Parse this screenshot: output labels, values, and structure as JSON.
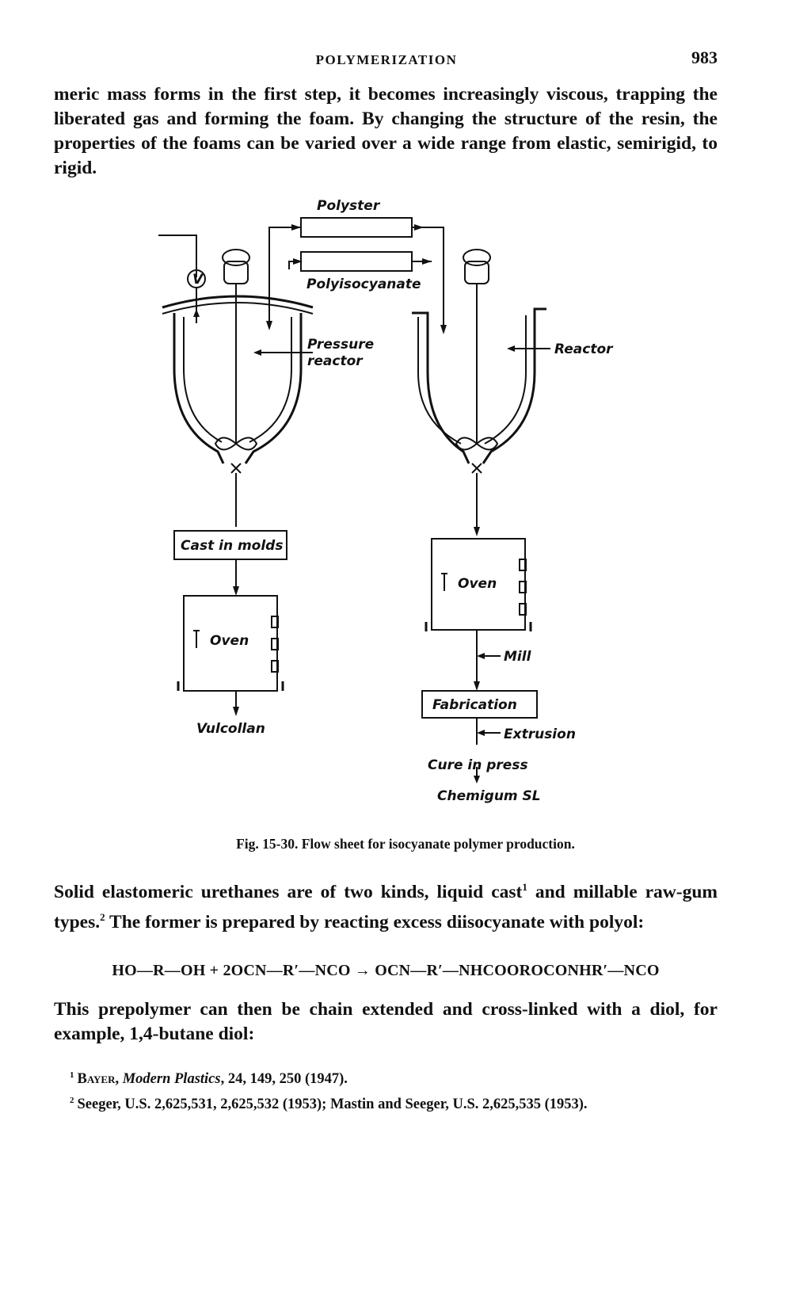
{
  "header": {
    "running_head": "POLYMERIZATION",
    "page_number": "983"
  },
  "paragraphs": {
    "p1": "meric mass forms in the first step, it becomes increasingly viscous, trapping the liberated gas and forming the foam. By changing the structure of the resin, the properties of the foams can be varied over a wide range from elastic, semirigid, to rigid.",
    "p2_a": "Solid elastomeric urethanes are of two kinds, liquid cast",
    "p2_ref1": "1",
    "p2_b": " and millable raw-gum types.",
    "p2_ref2": "2",
    "p2_c": " The former is prepared by reacting excess diisocyanate with polyol:",
    "p3": "This prepolymer can then be chain extended and cross-linked with a diol, for example, 1,4-butane diol:"
  },
  "equation": "HO—R—OH + 2OCN—R′—NCO → OCN—R′—NHCOOROCONHR′—NCO",
  "figure": {
    "labels": {
      "polyster": "Polyster",
      "polyisocyanate": "Polyisocyanate",
      "valve": "V",
      "pressure_reactor_1": "Pressure",
      "pressure_reactor_2": "reactor",
      "reactor": "Reactor",
      "cast_in_molds": "Cast in molds",
      "oven_left": "Oven",
      "vulcollan": "Vulcollan",
      "oven_right": "Oven",
      "mill": "Mill",
      "fabrication": "Fabrication",
      "extrusion": "Extrusion",
      "cure_in_press": "Cure in press",
      "chemigum": "Chemigum SL"
    },
    "caption": "Fig. 15-30. Flow sheet for isocyanate polymer production."
  },
  "footnotes": [
    {
      "mark": "1",
      "author": "Bayer",
      "text_a": ", ",
      "journal": "Modern Plastics",
      "text_b": ", 24, 149, 250 (1947)."
    },
    {
      "mark": "2",
      "text": "Seeger, U.S. 2,625,531, 2,625,532 (1953); Mastin and Seeger, U.S. 2,625,535 (1953)."
    }
  ]
}
